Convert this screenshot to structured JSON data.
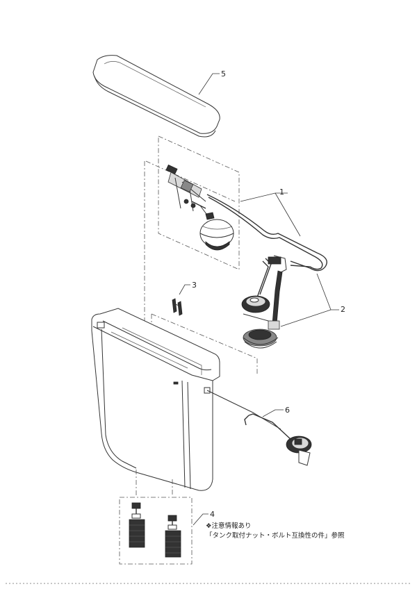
{
  "parts": [
    {
      "no": "1",
      "label": "1"
    },
    {
      "no": "2",
      "label": "2"
    },
    {
      "no": "3",
      "label": "3"
    },
    {
      "no": "4",
      "label": "4"
    },
    {
      "no": "5",
      "label": "5"
    },
    {
      "no": "6",
      "label": "6"
    }
  ],
  "note": {
    "line1": "❖注意情報あり",
    "line2": "「タンク取付ナット・ボルト互換性の件」参照"
  }
}
